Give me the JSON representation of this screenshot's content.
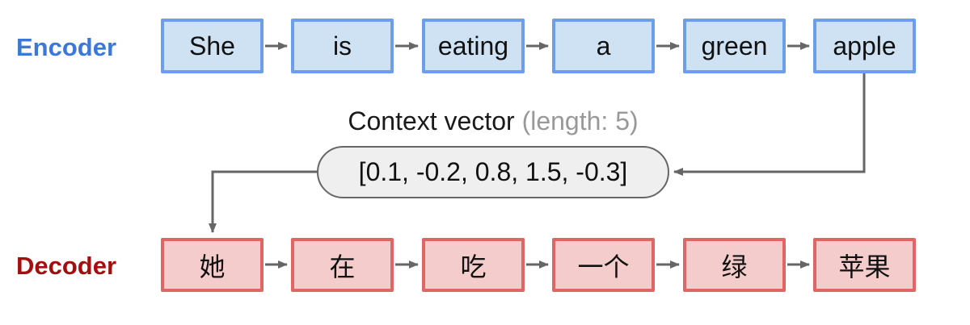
{
  "encoder": {
    "label": "Encoder",
    "tokens": [
      "She",
      "is",
      "eating",
      "a",
      "green",
      "apple"
    ]
  },
  "decoder": {
    "label": "Decoder",
    "tokens": [
      "她",
      "在",
      "吃",
      "一个",
      "绿",
      "苹果"
    ]
  },
  "context": {
    "title": "Context vector",
    "note": "(length: 5)",
    "value": "[0.1, -0.2, 0.8, 1.5, -0.3]"
  },
  "colors": {
    "encoder_label": "#3c78d8",
    "encoder_box_fill": "#cfe2f3",
    "encoder_box_border": "#6d9eeb",
    "decoder_label": "#a50e0e",
    "decoder_box_fill": "#f4cccc",
    "decoder_box_border": "#e06666",
    "pill_fill": "#efefef",
    "pill_border": "#666666",
    "arrow": "#666666",
    "note_gray": "#999999"
  }
}
